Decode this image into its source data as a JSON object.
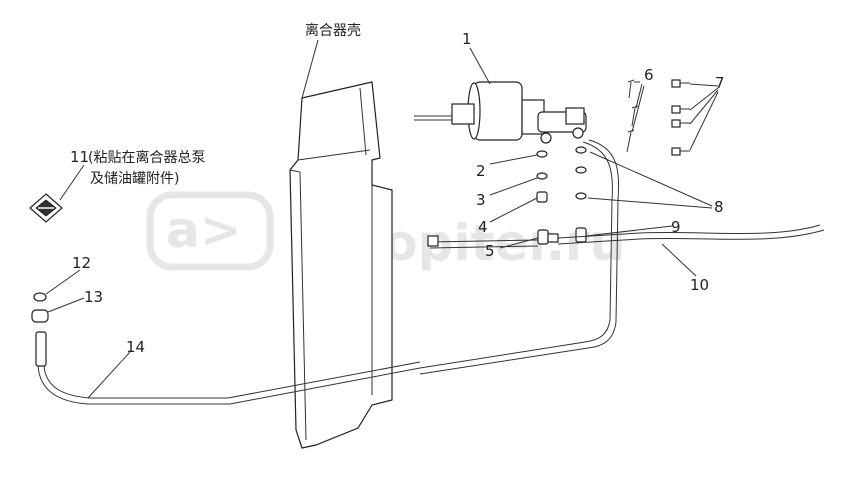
{
  "diagram": {
    "housing_label": "离合器壳",
    "part_labels": [
      "1",
      "2",
      "3",
      "4",
      "5",
      "6",
      "7",
      "8",
      "9",
      "10",
      "13",
      "12",
      "14"
    ],
    "note_number": "11",
    "note_line1": "(粘贴在离合器总泵",
    "note_line2": "及储油罐附件)",
    "watermark": "autopiter.ru"
  }
}
